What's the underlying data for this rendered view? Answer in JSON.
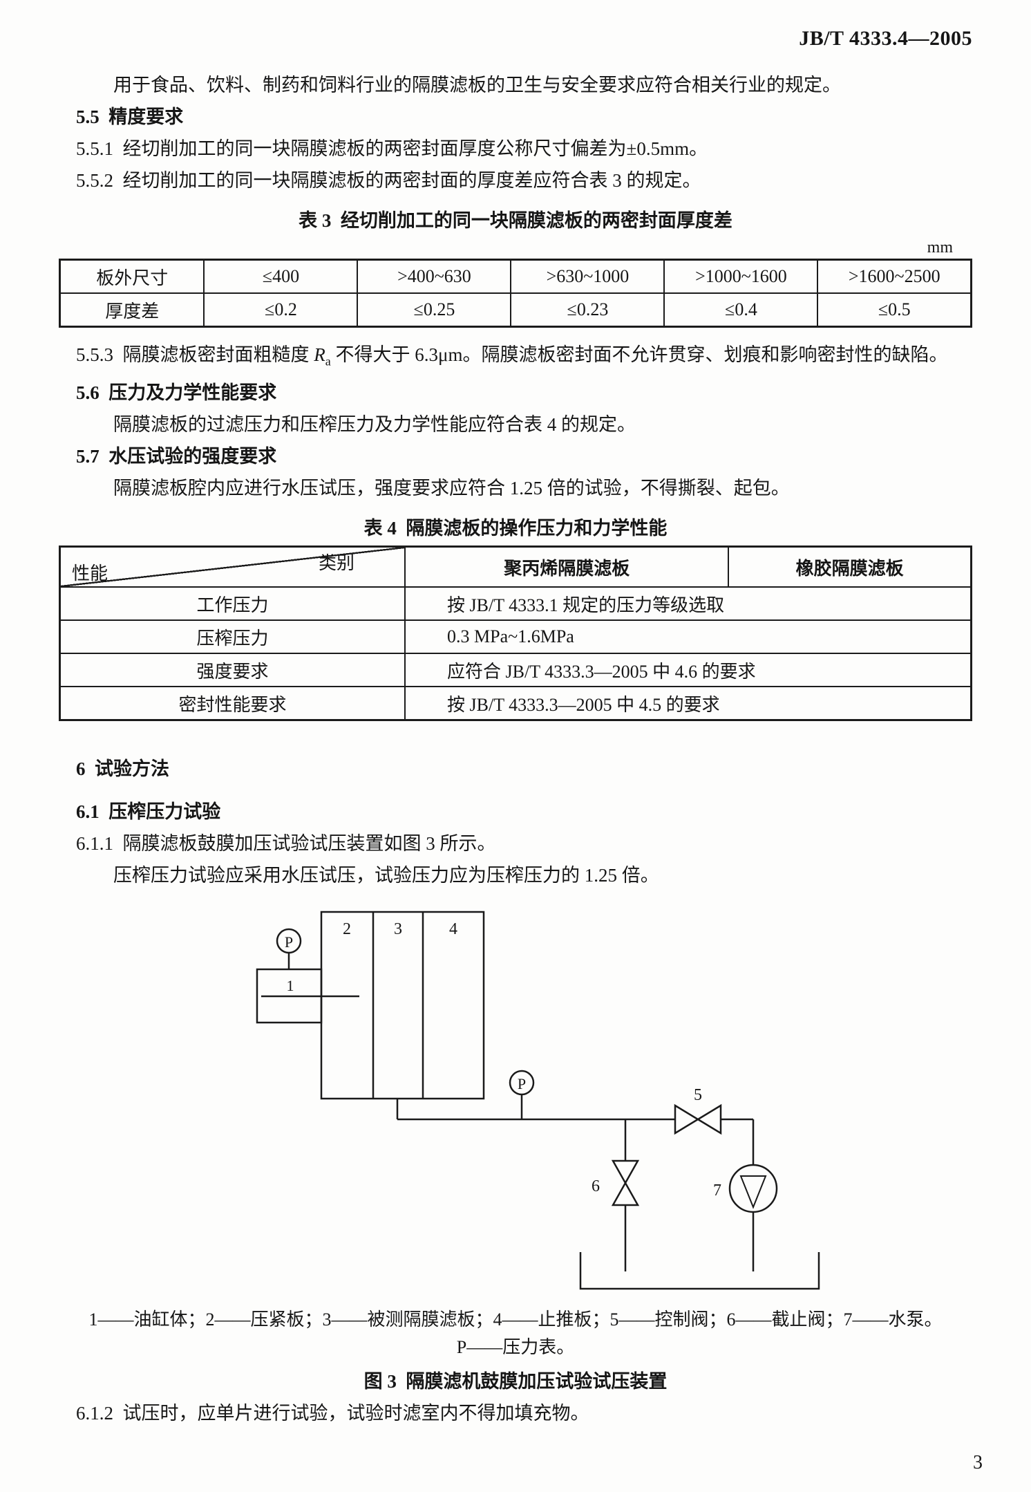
{
  "doc": {
    "number": "JB/T 4333.4—2005",
    "page_number": "3"
  },
  "sections": {
    "intro": "用于食品、饮料、制药和饲料行业的隔膜滤板的卫生与安全要求应符合相关行业的规定。",
    "s55_title": "5.5  精度要求",
    "s551": "5.5.1  经切削加工的同一块隔膜滤板的两密封面厚度公称尺寸偏差为±0.5mm。",
    "s552": "5.5.2  经切削加工的同一块隔膜滤板的两密封面的厚度差应符合表 3 的规定。",
    "s553_pre": "5.5.3  隔膜滤板密封面粗糙度 ",
    "s553_sym": "R",
    "s553_sub": "a",
    "s553_post": " 不得大于 6.3μm。隔膜滤板密封面不允许贯穿、划痕和影响密封性的缺陷。",
    "s56_title": "5.6  压力及力学性能要求",
    "s56_body": "隔膜滤板的过滤压力和压榨压力及力学性能应符合表 4 的规定。",
    "s57_title": "5.7  水压试验的强度要求",
    "s57_body": "隔膜滤板腔内应进行水压试压，强度要求应符合 1.25 倍的试验，不得撕裂、起包。",
    "s6_title": "6  试验方法",
    "s61_title": "6.1  压榨压力试验",
    "s611": "6.1.1  隔膜滤板鼓膜加压试验试压装置如图 3 所示。",
    "s611_body": "压榨压力试验应采用水压试压，试验压力应为压榨压力的 1.25 倍。",
    "s612": "6.1.2  试压时，应单片进行试验，试验时滤室内不得加填充物。"
  },
  "table3": {
    "title": "表 3  经切削加工的同一块隔膜滤板的两密封面厚度差",
    "unit": "mm",
    "rows": [
      [
        "板外尺寸",
        "≤400",
        ">400~630",
        ">630~1000",
        ">1000~1600",
        ">1600~2500"
      ],
      [
        "厚度差",
        "≤0.2",
        "≤0.25",
        "≤0.23",
        "≤0.4",
        "≤0.5"
      ]
    ]
  },
  "table4": {
    "title": "表 4  隔膜滤板的操作压力和力学性能",
    "corner_top": "类别",
    "corner_bottom": "性能",
    "col_pp": "聚丙烯隔膜滤板",
    "col_rubber": "橡胶隔膜滤板",
    "rows": [
      {
        "label": "工作压力",
        "value": "按 JB/T 4333.1 规定的压力等级选取"
      },
      {
        "label": "压榨压力",
        "value": "0.3 MPa~1.6MPa"
      },
      {
        "label": "强度要求",
        "value": "应符合 JB/T 4333.3—2005 中 4.6 的要求"
      },
      {
        "label": "密封性能要求",
        "value": "按 JB/T 4333.3—2005 中 4.5 的要求"
      }
    ]
  },
  "figure3": {
    "labels": {
      "gauge1": "P",
      "gauge2": "P",
      "cylinder": "1",
      "plate2": "2",
      "plate3": "3",
      "plate4": "4",
      "valve5": "5",
      "valve6": "6",
      "pump7": "7"
    },
    "legend_line1": "1——油缸体；2——压紧板；3——被测隔膜滤板；4——止推板；5——控制阀；6——截止阀；7——水泵。",
    "legend_line2": "P——压力表。",
    "caption": "图 3  隔膜滤机鼓膜加压试验试压装置"
  }
}
